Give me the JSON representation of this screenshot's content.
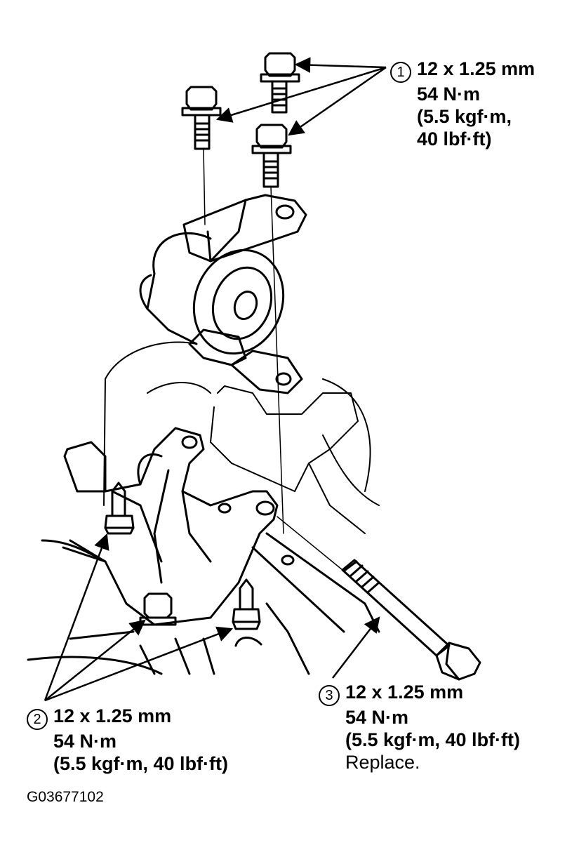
{
  "callouts": [
    {
      "number": "1",
      "lines": [
        "12 x 1.25 mm",
        "54 N·m",
        "(5.5 kgf·m,",
        "40 lbf·ft)"
      ]
    },
    {
      "number": "2",
      "lines": [
        "12 x 1.25 mm",
        "54 N·m",
        "(5.5 kgf·m, 40 lbf·ft)"
      ]
    },
    {
      "number": "3",
      "lines": [
        "12 x 1.25 mm",
        "54 N·m",
        "(5.5 kgf·m, 40 lbf·ft)"
      ],
      "note": "Replace."
    }
  ],
  "figure_code": "G03677102"
}
